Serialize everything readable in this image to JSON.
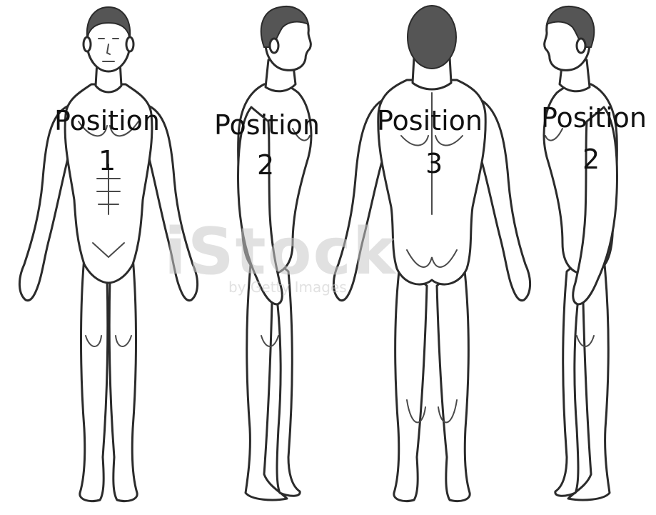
{
  "labels": [
    {
      "title": "Position",
      "number": "1"
    },
    {
      "title": "Position",
      "number": "2"
    },
    {
      "title": "Position",
      "number": "3"
    },
    {
      "title": "Position",
      "number": "2"
    }
  ],
  "watermark": {
    "brand": "iStock",
    "byline": "by Getty Images"
  },
  "colors": {
    "outline": "#2b2b2b",
    "hair": "#555555",
    "background": "#ffffff"
  }
}
